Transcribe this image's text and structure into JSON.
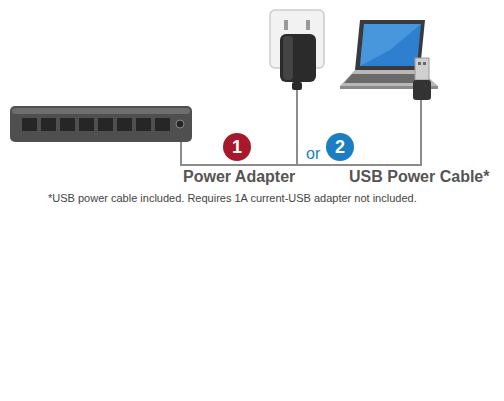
{
  "diagram": {
    "nodes": [
      {
        "text": [
          "1"
        ]
      },
      {
        "text": [
          "2"
        ]
      }
    ],
    "labels": [
      "or",
      "Power Adapter",
      "USB Power Cable*",
      "*USB power cable included. Requires 1A current-USB adapter not included."
    ]
  }
}
